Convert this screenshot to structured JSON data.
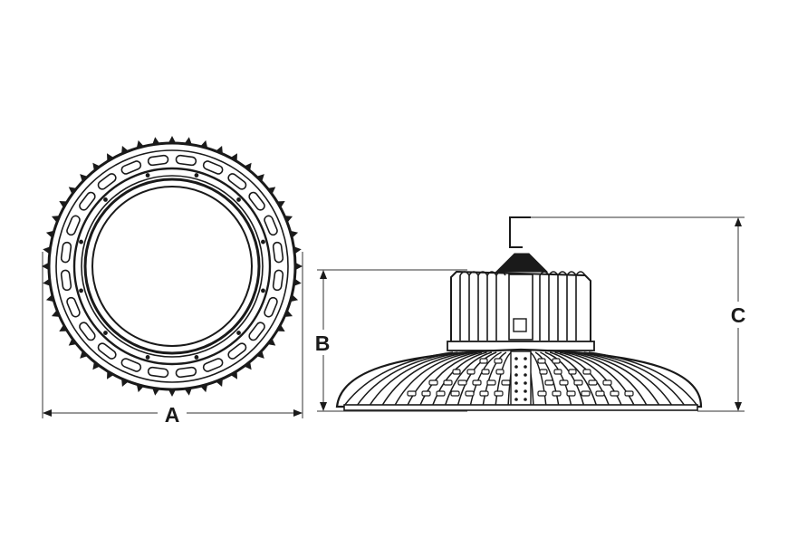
{
  "dimensions": {
    "a_label": "A",
    "b_label": "B",
    "c_label": "C"
  },
  "colors": {
    "stroke": "#1a1a1a",
    "fill": "#ffffff",
    "dim_line": "#333333"
  }
}
